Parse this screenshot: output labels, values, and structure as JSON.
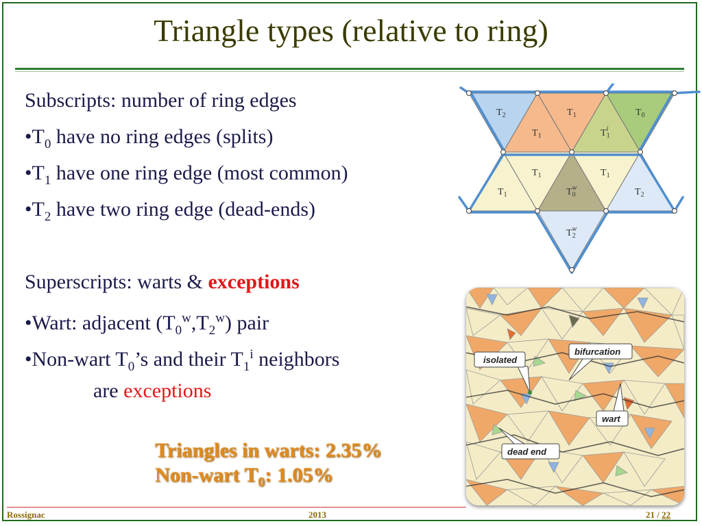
{
  "title": "Triangle types (relative to ring)",
  "body": {
    "line1": "Subscripts: number of ring edges",
    "b1": {
      "bullet": "•",
      "t": "T",
      "sub": "0",
      "rest": " have no ring edges (splits)"
    },
    "b2": {
      "bullet": "•",
      "t": "T",
      "sub": "1",
      "rest": " have one ring edge (most common)"
    },
    "b3": {
      "bullet": "•",
      "t": "T",
      "sub": "2",
      "rest": " have two ring edge (dead-ends)"
    },
    "sup_prefix": "Superscripts: warts & ",
    "sup_emph": "exceptions",
    "wart": {
      "bullet": "•",
      "a": "Wart: adjacent (T",
      "sub0": "0",
      "sup0": "w",
      "comma": ",T",
      "sub2": "2",
      "sup2": "w",
      "end": ") pair"
    },
    "nonwart": {
      "bullet": "•",
      "a": "Non-wart T",
      "sub0": "0",
      "mid": "’s and their T",
      "sub1": "1",
      "sup1": "i",
      "end": " neighbors"
    },
    "are": "are ",
    "are_emph": "exceptions"
  },
  "stats": {
    "line1": "Triangles in warts: 2.35%",
    "line2_a": "Non-wart T",
    "line2_sub": "0",
    "line2_b": ": 1.05%"
  },
  "diagram": {
    "labels": {
      "t2a": "T",
      "t2a_sub": "2",
      "t1a": "T",
      "t1a_sub": "1",
      "t0a": "T",
      "t0a_sub": "0",
      "t1b": "T",
      "t1b_sub": "1",
      "t1i": "T",
      "t1i_sub": "1",
      "t1i_sup": "i",
      "t1c": "T",
      "t1c_sub": "1",
      "t1d": "T",
      "t1d_sub": "1",
      "t1e": "T",
      "t1e_sub": "1",
      "t0w": "T",
      "t0w_sub": "0",
      "t0w_sup": "w",
      "t2b": "T",
      "t2b_sub": "2",
      "t2w": "T",
      "t2w_sub": "2",
      "t2w_sup": "w"
    },
    "colors": {
      "blue": "#b8d4ef",
      "orange": "#f5b98c",
      "olive": "#c8d48c",
      "green": "#a8cc7c",
      "cream": "#f8f3cf",
      "gray_olive": "#b5b08a",
      "light_blue": "#dde9f6",
      "ring": "#4f8fd0"
    }
  },
  "mesh": {
    "callouts": {
      "isolated": "isolated",
      "bifurcation": "bifurcation",
      "wart": "wart",
      "dead_end": "dead end"
    }
  },
  "footer": {
    "author": "Rossignac",
    "year": "2013",
    "page": "21",
    "sep": "/",
    "total": "22"
  }
}
